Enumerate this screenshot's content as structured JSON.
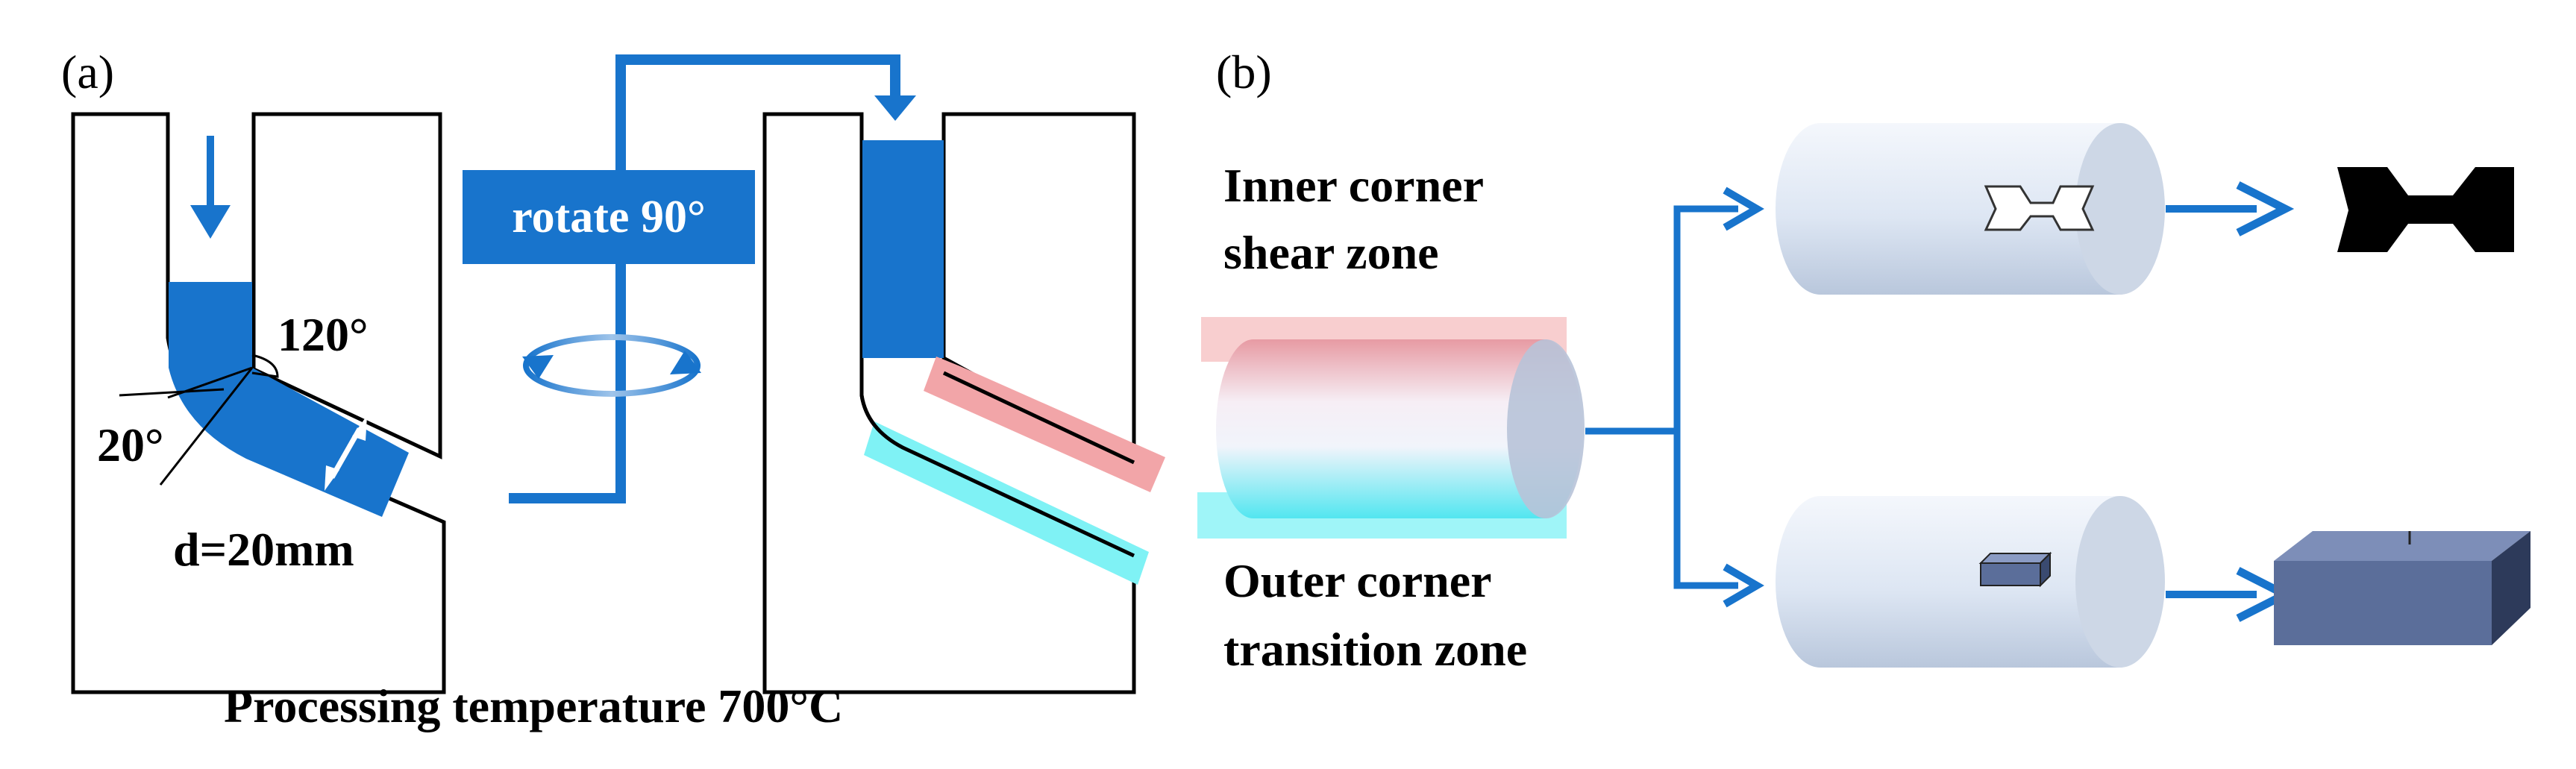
{
  "panel_a": {
    "label": "(a)",
    "angle_die": "120°",
    "angle_corner": "20°",
    "diameter": "d=20mm",
    "rotate": "rotate 90°",
    "temperature": "Processing temperature 700°C"
  },
  "panel_b": {
    "label": "(b)",
    "inner_zone": [
      "Inner corner",
      "shear zone"
    ],
    "outer_zone": [
      "Outer corner",
      "transition zone"
    ]
  },
  "colors": {
    "accent_blue": "#1874CC",
    "inner_zone_red": "#F2A5A8",
    "outer_zone_cyan": "#7FF2F5",
    "tensile_specimen": "#000000",
    "cube_specimen": "#5B6E9A"
  },
  "icons": [
    "arrow-down-icon",
    "rotate-arrows-icon",
    "cylinder-billet-icon",
    "tensile-specimen-icon",
    "cube-specimen-icon"
  ]
}
